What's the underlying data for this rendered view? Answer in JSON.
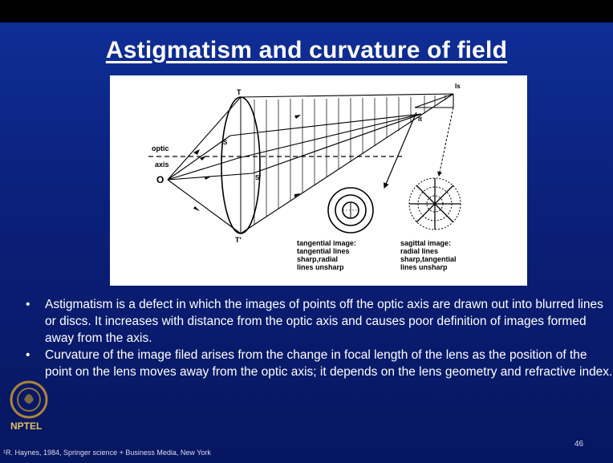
{
  "slide": {
    "title": "Astigmatism and curvature of field",
    "figure": {
      "labels": {
        "optic": "optic",
        "axis": "axis",
        "origin": "O",
        "t_top": "T",
        "t_bottom": "T'",
        "s": "S",
        "s_prime": "S'",
        "is_label": "Is",
        "it_label": "It"
      },
      "caption_tangential": [
        "tangential image:",
        "tangential lines",
        "sharp,radial",
        "lines unsharp"
      ],
      "caption_sagittal": [
        "sagittal image:",
        "radial lines",
        "sharp,tangential",
        "lines unsharp"
      ]
    },
    "bullets": [
      "Astigmatism is a defect in which the images of points off the optic axis are drawn out into blurred lines or discs. It increases with distance from the optic axis and causes poor definition of images formed away from the axis.",
      "Curvature of the image filed arises from the change in focal length of the lens as the position of the point on the lens moves away from the optic axis; it depends on the lens geometry and refractive index."
    ],
    "bullet_symbol": "•",
    "footer": "¹R. Haynes, 1984, Springer science + Business Media, New York",
    "page_number": "46",
    "logo_text": "NPTEL"
  }
}
